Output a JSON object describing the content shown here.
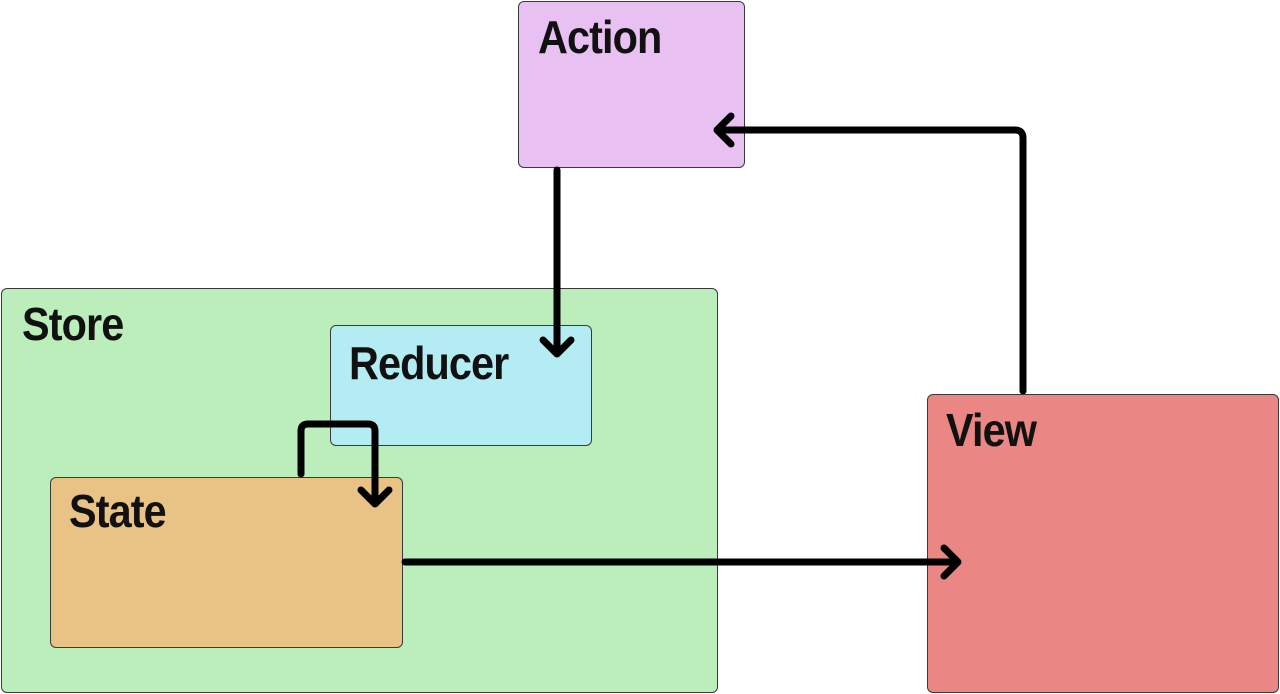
{
  "diagram": {
    "nodes": {
      "action": {
        "label": "Action",
        "color": "#e8c1f2"
      },
      "store": {
        "label": "Store",
        "color": "#bbeebb"
      },
      "reducer": {
        "label": "Reducer",
        "color": "#b3ecf3"
      },
      "state": {
        "label": "State",
        "color": "#e9c286"
      },
      "view": {
        "label": "View",
        "color": "#ea8784"
      }
    },
    "edges": [
      {
        "from": "action",
        "to": "reducer"
      },
      {
        "from": "state",
        "to": "state"
      },
      {
        "from": "state",
        "to": "view"
      },
      {
        "from": "view",
        "to": "action"
      }
    ],
    "arrow_color": "#000000"
  }
}
